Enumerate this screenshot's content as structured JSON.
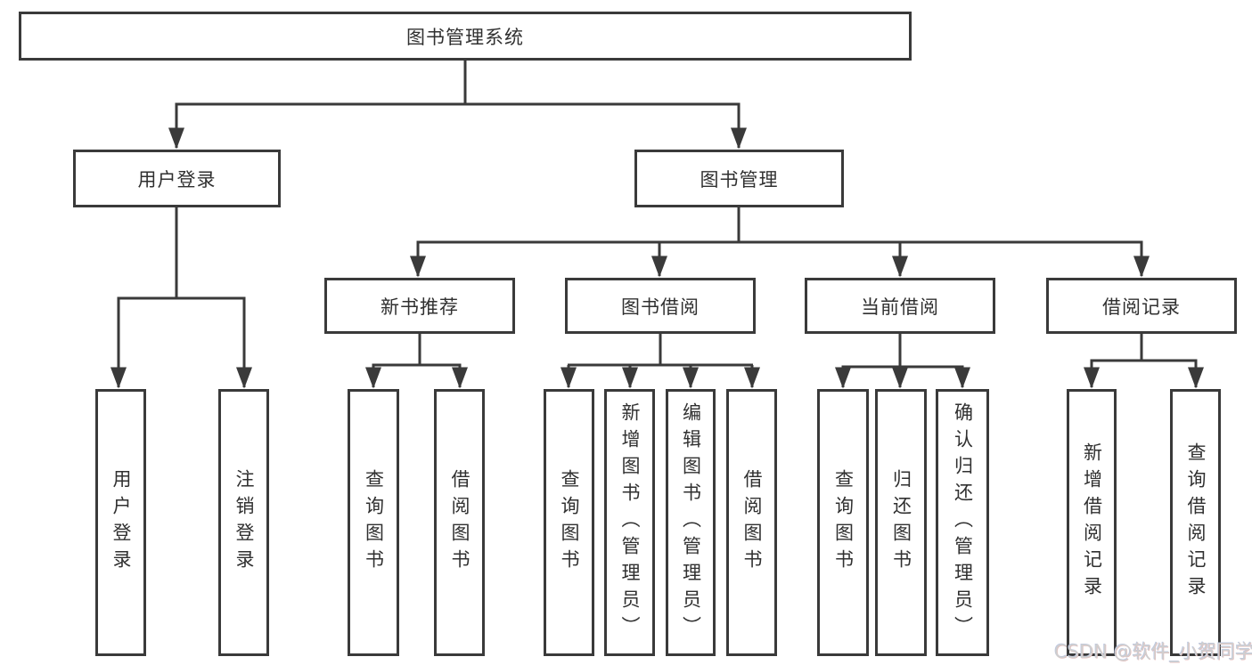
{
  "tree": {
    "root": {
      "label": "图书管理系统"
    },
    "branches": [
      {
        "label": "用户登录",
        "children": [
          {
            "label": "用户登录"
          },
          {
            "label": "注销登录"
          }
        ]
      },
      {
        "label": "图书管理",
        "children": [
          {
            "label": "新书推荐",
            "children": [
              {
                "label": "查询图书"
              },
              {
                "label": "借阅图书"
              }
            ]
          },
          {
            "label": "图书借阅",
            "children": [
              {
                "label": "查询图书"
              },
              {
                "label": "新增图书（管理员）"
              },
              {
                "label": "编辑图书（管理员）"
              },
              {
                "label": "借阅图书"
              }
            ]
          },
          {
            "label": "当前借阅",
            "children": [
              {
                "label": "查询图书"
              },
              {
                "label": "归还图书"
              },
              {
                "label": "确认归还（管理员）"
              }
            ]
          },
          {
            "label": "借阅记录",
            "children": [
              {
                "label": "新增借阅记录"
              },
              {
                "label": "查询借阅记录"
              }
            ]
          }
        ]
      }
    ]
  },
  "watermark": {
    "text": "CSDN @软件_小贺同学"
  },
  "colors": {
    "line": "#3a3a3a",
    "text": "#303030",
    "box_background": "#ffffff",
    "watermark": "#cfcfcf"
  }
}
